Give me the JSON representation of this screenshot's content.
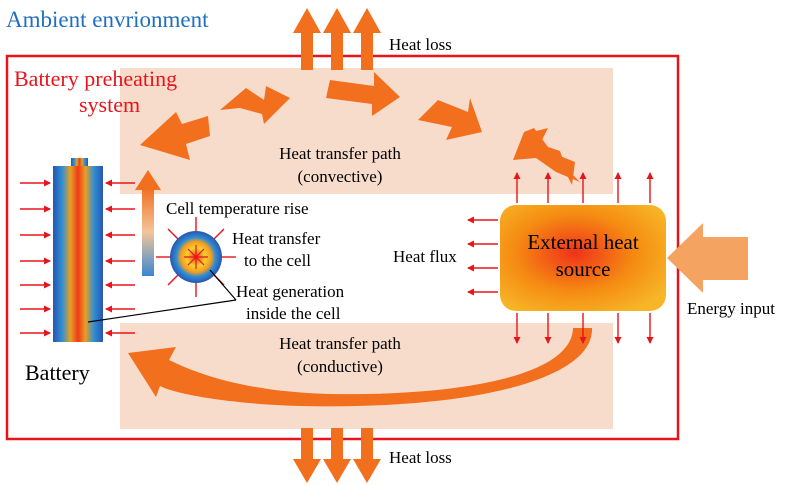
{
  "labels": {
    "ambient": "Ambient envrionment",
    "system_line1": "Battery preheating",
    "system_line2": "system",
    "heat_loss_top": "Heat loss",
    "heat_loss_bottom": "Heat loss",
    "convective_line1": "Heat transfer path",
    "convective_line2": "(convective)",
    "conductive_line1": "Heat transfer path",
    "conductive_line2": "(conductive)",
    "cell_temp_rise": "Cell temperature rise",
    "heat_to_cell_line1": "Heat transfer",
    "heat_to_cell_line2": "to the cell",
    "heat_gen_line1": "Heat generation",
    "heat_gen_line2": "inside the cell",
    "heat_flux": "Heat flux",
    "external_line1": "External heat",
    "external_line2": "source",
    "energy_input": "Energy input",
    "battery": "Battery"
  },
  "colors": {
    "ambient_text": "#1f6fc0",
    "system_border": "#e8141b",
    "path_band": "#f8dccb",
    "heat_arrow": "#f26f1e",
    "flux_arrow": "#e8141b",
    "energy_arrow": "#f4a460"
  }
}
